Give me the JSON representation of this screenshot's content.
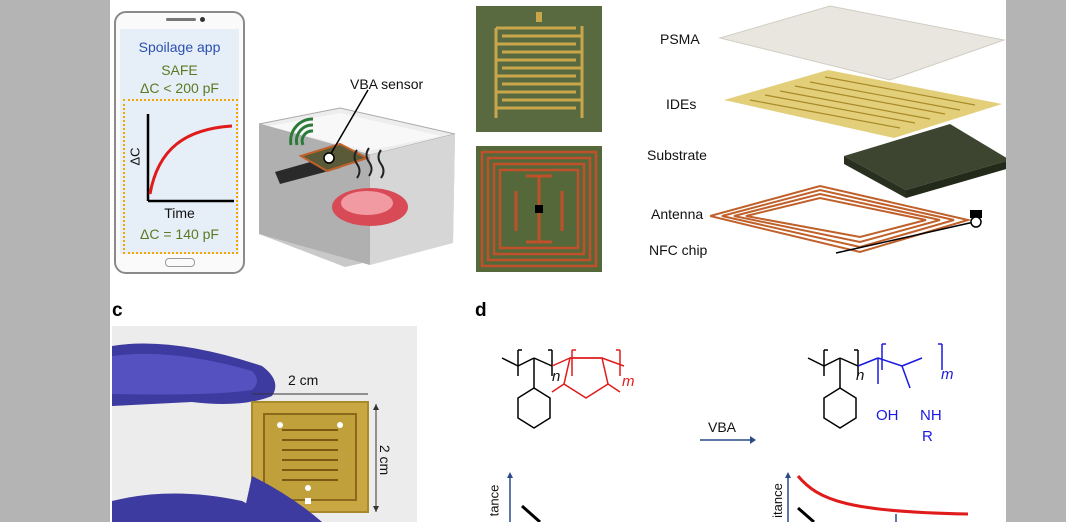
{
  "panel_a": {
    "app_title": "Spoilage app",
    "status": "SAFE",
    "threshold": "ΔC < 200 pF",
    "y_axis": "ΔC",
    "x_axis": "Time",
    "reading": "ΔC = 140 pF",
    "sensor_label": "VBA sensor"
  },
  "panel_b": {
    "layers": [
      "PSMA",
      "IDEs",
      "Substrate",
      "Antenna",
      "NFC chip"
    ]
  },
  "panel_c": {
    "label": "c",
    "width_dim": "2 cm",
    "height_dim": "2 cm"
  },
  "panel_d": {
    "label": "d",
    "left_sub_n": "n",
    "left_sub_m": "m",
    "arrow_label": "VBA",
    "right_sub_n": "n",
    "right_sub_m": "m",
    "right_oh": "OH",
    "right_nh": "NH",
    "right_r": "R",
    "plot_ylabel_left": "tance",
    "plot_ylabel_right": "itance"
  },
  "colors": {
    "polymer_red": "#e01b1b",
    "polymer_blue": "#1a1ae0",
    "gold": "#c9b05a",
    "copper": "#c0602a",
    "substrate": "#3d4530"
  }
}
